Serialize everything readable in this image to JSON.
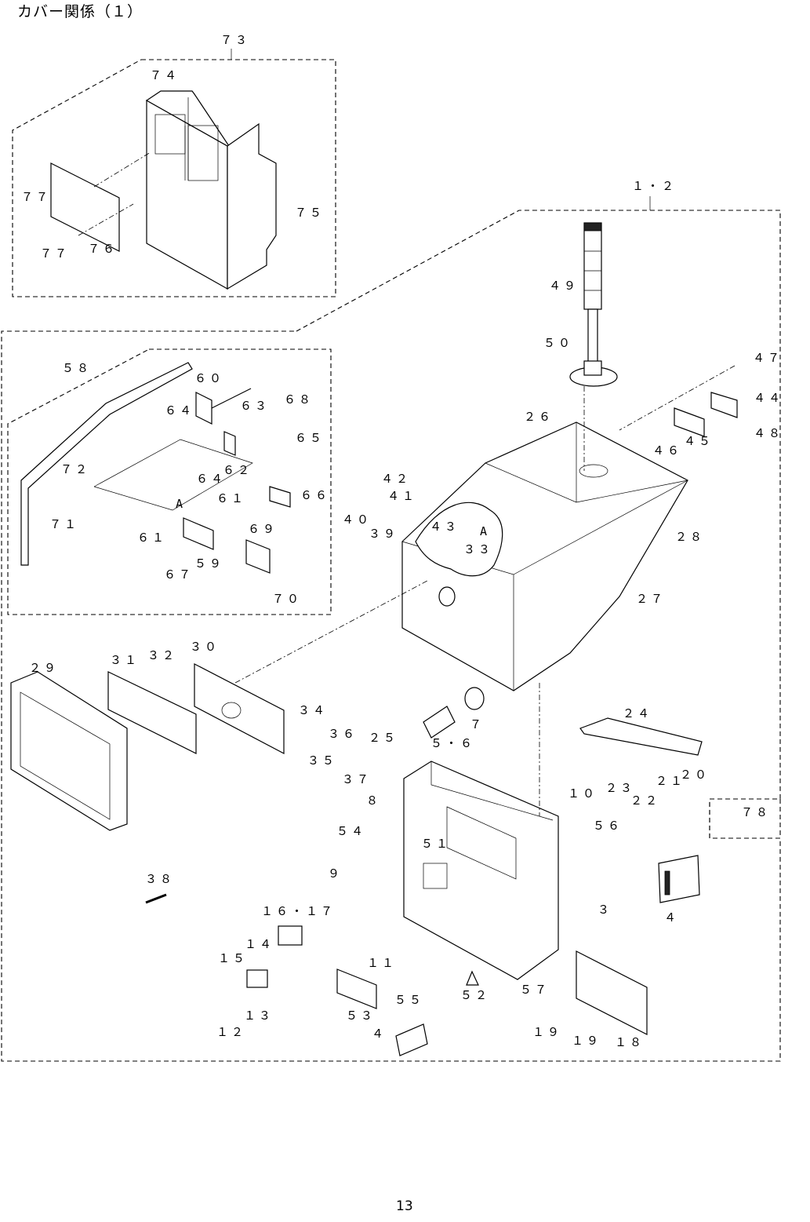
{
  "page": {
    "title": "カバー関係（１）",
    "page_number": "13"
  },
  "callouts": {
    "c73": "７３",
    "c74": "７４",
    "c75": "７５",
    "c76": "７６",
    "c77a": "７７",
    "c77b": "７７",
    "c12group": "１・２",
    "c49": "４９",
    "c50": "５０",
    "c47": "４７",
    "c44": "４４",
    "c48": "４８",
    "c45": "４５",
    "c46": "４６",
    "c26": "２６",
    "c28": "２８",
    "c27": "２７",
    "c42": "４２",
    "c41": "４１",
    "c40": "４０",
    "c39": "３９",
    "c43": "４３",
    "c33": "３３",
    "cA2": "A",
    "c58": "５８",
    "c60": "６０",
    "c63": "６３",
    "c68": "６８",
    "c64a": "６４",
    "c65": "６５",
    "c64b": "６４",
    "c62": "６２",
    "c72": "７２",
    "c71": "７１",
    "cA1": "A",
    "c61a": "６１",
    "c66": "６６",
    "c69": "６９",
    "c61b": "６１",
    "c59": "５９",
    "c67": "６７",
    "c70": "７０",
    "c29": "２９",
    "c31": "３１",
    "c32": "３２",
    "c30": "３０",
    "c34": "３４",
    "c36": "３６",
    "c35": "３５",
    "c37": "３７",
    "c25": "２５",
    "c7": "７",
    "c56group": "５・６",
    "c24": "２４",
    "c8": "８",
    "c54": "５４",
    "c51": "５１",
    "c9": "９",
    "c10": "１０",
    "c23": "２３",
    "c22": "２２",
    "c21": "２１",
    "c20": "２０",
    "c78": "７８",
    "c56": "５６",
    "c3": "３",
    "c4a": "４",
    "c38": "３８",
    "c1617": "１６・１７",
    "c14": "１４",
    "c15": "１５",
    "c11": "１１",
    "c13": "１３",
    "c12": "１２",
    "c55": "５５",
    "c52": "５２",
    "c57": "５７",
    "c53": "５３",
    "c4b": "４",
    "c19a": "１９",
    "c19b": "１９",
    "c18": "１８"
  }
}
